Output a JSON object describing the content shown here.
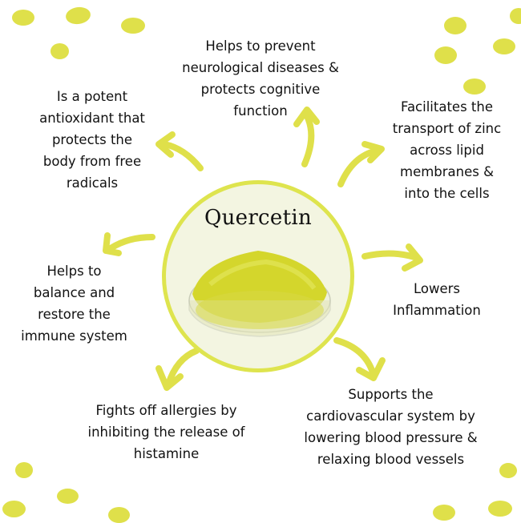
{
  "title": "Quercetin",
  "colors": {
    "accent": "#dfe04a",
    "circle_fill": "#f3f5e1",
    "circle_border": "#dee44e",
    "powder": "#d4d62c",
    "text": "#111111"
  },
  "benefits": {
    "neurological": "Helps to prevent\nneurological diseases &\nprotects cognitive\nfunction",
    "antioxidant": "Is a potent\nantioxidant that\nprotects the\nbody from free\nradicals",
    "zinc": "Facilitates the\ntransport of zinc\nacross lipid\nmembranes &\ninto the cells",
    "immune": "Helps to\nbalance and\nrestore the\nimmune system",
    "inflammation": "Lowers\nInflammation",
    "allergies": "Fights off allergies by\ninhibiting the release of\nhistamine",
    "cardiovascular": "Supports the\ncardiovascular system by\nlowering blood pressure &\nrelaxing blood vessels"
  },
  "icons": {
    "center_image": "quercetin-powder-dish",
    "arrows": "curved-arrow"
  }
}
